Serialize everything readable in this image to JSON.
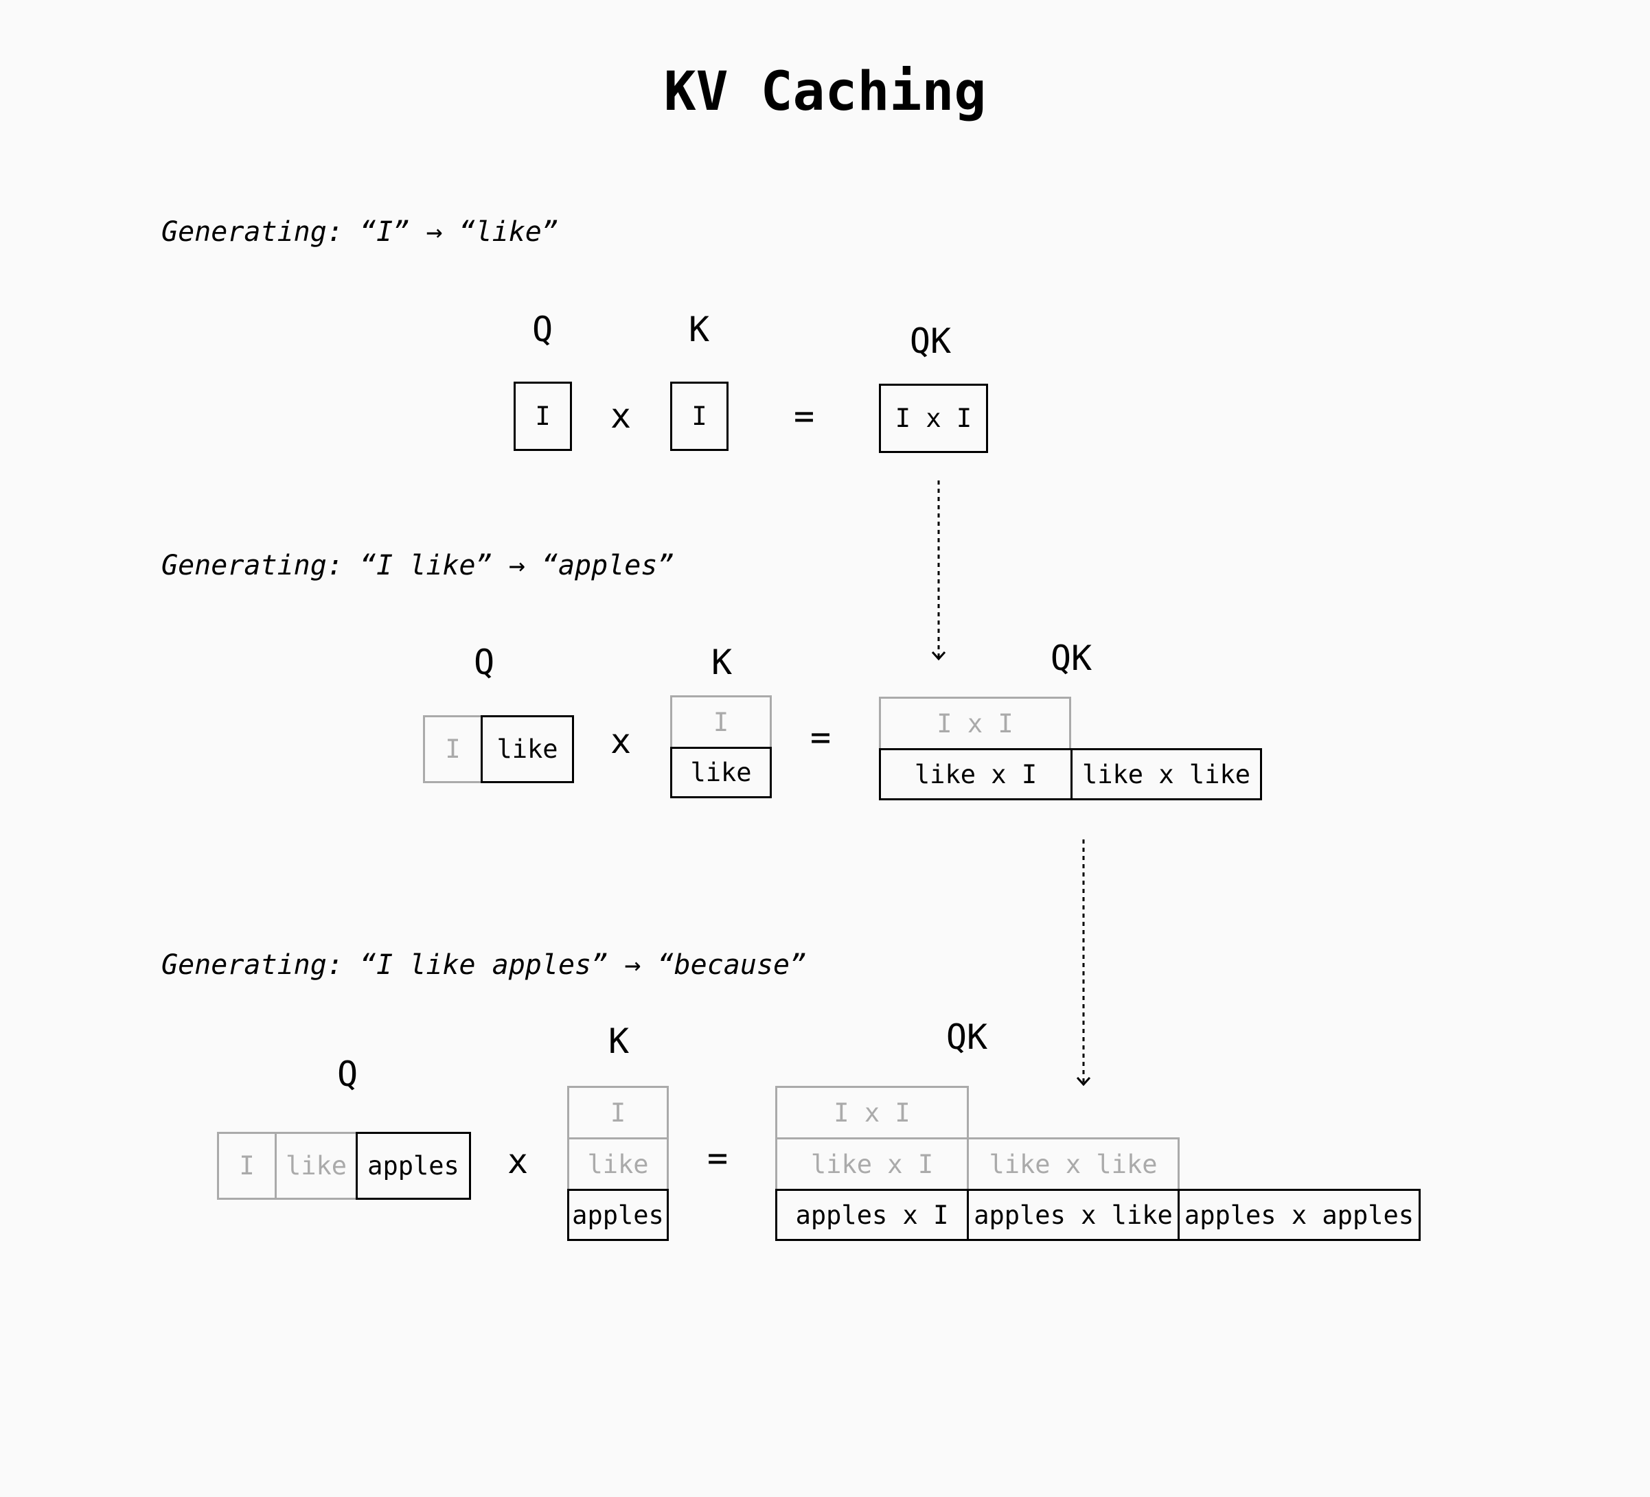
{
  "title": "KV Caching",
  "steps": [
    {
      "subtitle": "Generating: “I” → “like”",
      "q_label": "Q",
      "k_label": "K",
      "qk_label": "QK",
      "times": "x",
      "equals": "=",
      "q_cells": [
        {
          "text": "I",
          "cached": false
        }
      ],
      "k_cells": [
        {
          "text": "I",
          "cached": false
        }
      ],
      "qk_rows": [
        [
          {
            "text": "I x I",
            "cached": false
          }
        ]
      ]
    },
    {
      "subtitle": "Generating: “I like” → “apples”",
      "q_label": "Q",
      "k_label": "K",
      "qk_label": "QK",
      "times": "x",
      "equals": "=",
      "q_cells": [
        {
          "text": "I",
          "cached": true
        },
        {
          "text": "like",
          "cached": false
        }
      ],
      "k_cells": [
        {
          "text": "I",
          "cached": true
        },
        {
          "text": "like",
          "cached": false
        }
      ],
      "qk_rows": [
        [
          {
            "text": "I x I",
            "cached": true
          }
        ],
        [
          {
            "text": "like x I",
            "cached": false
          },
          {
            "text": "like x like",
            "cached": false
          }
        ]
      ]
    },
    {
      "subtitle": "Generating: “I like apples” → “because”",
      "q_label": "Q",
      "k_label": "K",
      "qk_label": "QK",
      "times": "x",
      "equals": "=",
      "q_cells": [
        {
          "text": "I",
          "cached": true
        },
        {
          "text": "like",
          "cached": true
        },
        {
          "text": "apples",
          "cached": false
        }
      ],
      "k_cells": [
        {
          "text": "I",
          "cached": true
        },
        {
          "text": "like",
          "cached": true
        },
        {
          "text": "apples",
          "cached": false
        }
      ],
      "qk_rows": [
        [
          {
            "text": "I x I",
            "cached": true
          }
        ],
        [
          {
            "text": "like x I",
            "cached": true
          },
          {
            "text": "like x like",
            "cached": true
          }
        ],
        [
          {
            "text": "apples x I",
            "cached": false
          },
          {
            "text": "apples x like",
            "cached": false
          },
          {
            "text": "apples x apples",
            "cached": false
          }
        ]
      ]
    }
  ],
  "colors": {
    "background": "#fafafa",
    "active": "#000000",
    "cached": "#aaaaaa"
  }
}
